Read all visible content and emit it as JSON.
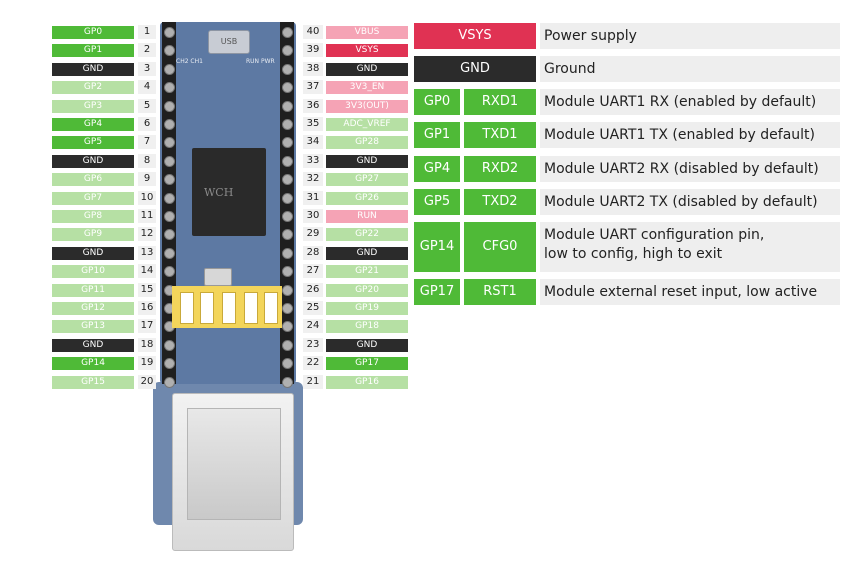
{
  "left_pins": [
    {
      "num": "1",
      "label": "GP0",
      "color": "green"
    },
    {
      "num": "2",
      "label": "GP1",
      "color": "green"
    },
    {
      "num": "3",
      "label": "GND",
      "color": "black"
    },
    {
      "num": "4",
      "label": "GP2",
      "color": "light"
    },
    {
      "num": "5",
      "label": "GP3",
      "color": "light"
    },
    {
      "num": "6",
      "label": "GP4",
      "color": "green"
    },
    {
      "num": "7",
      "label": "GP5",
      "color": "green"
    },
    {
      "num": "8",
      "label": "GND",
      "color": "black"
    },
    {
      "num": "9",
      "label": "GP6",
      "color": "light"
    },
    {
      "num": "10",
      "label": "GP7",
      "color": "light"
    },
    {
      "num": "11",
      "label": "GP8",
      "color": "light"
    },
    {
      "num": "12",
      "label": "GP9",
      "color": "light"
    },
    {
      "num": "13",
      "label": "GND",
      "color": "black"
    },
    {
      "num": "14",
      "label": "GP10",
      "color": "light"
    },
    {
      "num": "15",
      "label": "GP11",
      "color": "light"
    },
    {
      "num": "16",
      "label": "GP12",
      "color": "light"
    },
    {
      "num": "17",
      "label": "GP13",
      "color": "light"
    },
    {
      "num": "18",
      "label": "GND",
      "color": "black"
    },
    {
      "num": "19",
      "label": "GP14",
      "color": "green"
    },
    {
      "num": "20",
      "label": "GP15",
      "color": "light"
    }
  ],
  "right_pins": [
    {
      "num": "40",
      "label": "VBUS",
      "color": "pink"
    },
    {
      "num": "39",
      "label": "VSYS",
      "color": "red"
    },
    {
      "num": "38",
      "label": "GND",
      "color": "black"
    },
    {
      "num": "37",
      "label": "3V3_EN",
      "color": "pink"
    },
    {
      "num": "36",
      "label": "3V3(OUT)",
      "color": "pink"
    },
    {
      "num": "35",
      "label": "ADC_VREF",
      "color": "light"
    },
    {
      "num": "34",
      "label": "GP28",
      "color": "light"
    },
    {
      "num": "33",
      "label": "GND",
      "color": "black"
    },
    {
      "num": "32",
      "label": "GP27",
      "color": "light"
    },
    {
      "num": "31",
      "label": "GP26",
      "color": "light"
    },
    {
      "num": "30",
      "label": "RUN",
      "color": "pink"
    },
    {
      "num": "29",
      "label": "GP22",
      "color": "light"
    },
    {
      "num": "28",
      "label": "GND",
      "color": "black"
    },
    {
      "num": "27",
      "label": "GP21",
      "color": "light"
    },
    {
      "num": "26",
      "label": "GP20",
      "color": "light"
    },
    {
      "num": "25",
      "label": "GP19",
      "color": "light"
    },
    {
      "num": "24",
      "label": "GP18",
      "color": "light"
    },
    {
      "num": "23",
      "label": "GND",
      "color": "black"
    },
    {
      "num": "22",
      "label": "GP17",
      "color": "green"
    },
    {
      "num": "21",
      "label": "GP16",
      "color": "light"
    }
  ],
  "board": {
    "usb_label": "USB",
    "silk_ch": "CH2 CH1",
    "silk_run": "RUN PWR",
    "chip_text": "WCH"
  },
  "legend": [
    {
      "col1": "VSYS",
      "col1_color": "red",
      "col2": "",
      "desc_lines": [
        "Power supply"
      ]
    },
    {
      "col1": "GND",
      "col1_color": "black",
      "col2": "",
      "desc_lines": [
        "Ground"
      ]
    },
    {
      "col1": "GP0",
      "col1_color": "green",
      "col2": "RXD1",
      "desc_lines": [
        "Module UART1 RX (enabled by default)"
      ]
    },
    {
      "col1": "GP1",
      "col1_color": "green",
      "col2": "TXD1",
      "desc_lines": [
        "Module UART1 TX (enabled by default)"
      ]
    },
    {
      "col1": "GP4",
      "col1_color": "green",
      "col2": "RXD2",
      "desc_lines": [
        "Module UART2 RX (disabled by default)"
      ]
    },
    {
      "col1": "GP5",
      "col1_color": "green",
      "col2": "TXD2",
      "desc_lines": [
        "Module UART2 TX (disabled by default)"
      ]
    },
    {
      "col1": "GP14",
      "col1_color": "green",
      "col2": "CFG0",
      "desc_lines": [
        "Module UART configuration pin,",
        "low to config, high to exit"
      ]
    },
    {
      "col1": "GP17",
      "col1_color": "green",
      "col2": "RST1",
      "desc_lines": [
        "Module external reset input, low active"
      ]
    }
  ],
  "colors": {
    "green": "#4fba37",
    "light": "#b6e0a4",
    "black": "#2b2b2b",
    "red": "#e03253",
    "pink": "#f5a3b5"
  }
}
